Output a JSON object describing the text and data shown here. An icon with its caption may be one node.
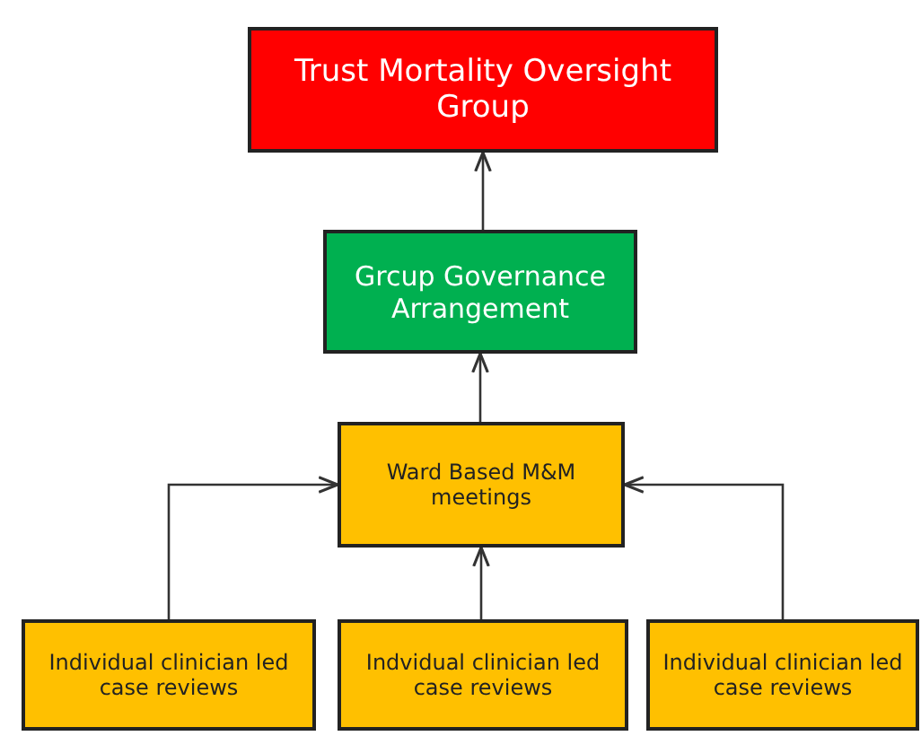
{
  "diagram": {
    "nodes": [
      {
        "text": [
          "Trust Mortality Oversight Group"
        ]
      },
      {
        "text": [
          "Grcup Governance Arrangement"
        ]
      },
      {
        "text": [
          "Ward Based M&M meetings"
        ]
      },
      {
        "text": [
          "Individual clinician led case reviews"
        ]
      },
      {
        "text": [
          "Indvidual clinician led case reviews"
        ]
      },
      {
        "text": [
          "Individual clinician led case reviews"
        ]
      }
    ],
    "edges": [
      {
        "from": 1,
        "to": 0,
        "arrow": "to"
      },
      {
        "from": 2,
        "to": 1,
        "arrow": "to"
      },
      {
        "from": 3,
        "to": 2,
        "arrow": "to"
      },
      {
        "from": 4,
        "to": 2,
        "arrow": "to"
      },
      {
        "from": 5,
        "to": 2,
        "arrow": "to"
      }
    ]
  }
}
